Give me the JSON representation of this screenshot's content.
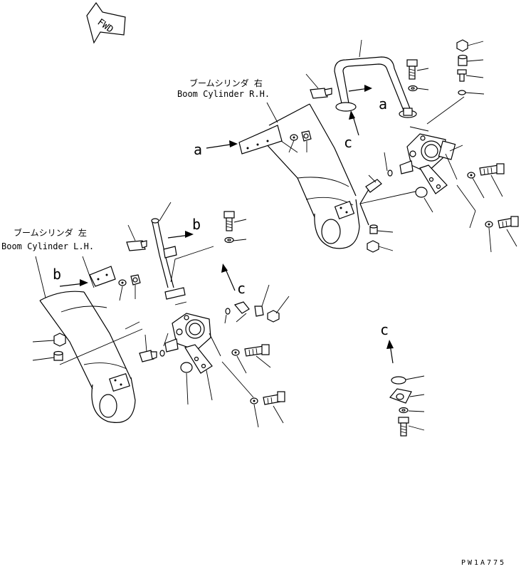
{
  "direction_marker": "FWD",
  "labels": {
    "rh_jp": "ブームシリンダ 右",
    "rh_en": "Boom Cylinder R.H.",
    "lh_jp": "ブームシリンダ 左",
    "lh_en": "Boom Cylinder L.H."
  },
  "refs": {
    "a": "a",
    "b": "b",
    "c": "c"
  },
  "drawing_code": "PW1A775"
}
